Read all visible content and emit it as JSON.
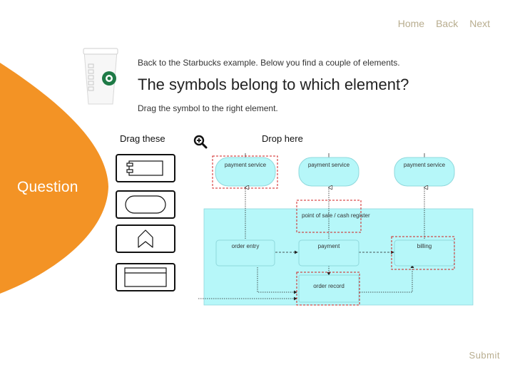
{
  "nav": {
    "home": "Home",
    "back": "Back",
    "next": "Next"
  },
  "sidebar": {
    "question_label": "Question",
    "accent_color": "#f39325"
  },
  "content": {
    "intro": "Back to the Starbucks example. Below you find a couple of elements.",
    "heading": "The symbols belong to which element?",
    "instruction": "Drag the symbol to the right element."
  },
  "drag_panel": {
    "label": "Drag these",
    "symbols": [
      "component-symbol",
      "service-symbol",
      "function-symbol",
      "interface-symbol"
    ]
  },
  "drop_panel": {
    "label": "Drop here",
    "zoom_icon": "zoom-in-icon",
    "diagram": {
      "service_1": "payment service",
      "service_2": "payment service",
      "service_3": "payment service",
      "pos": "point of sale / cash register",
      "order_entry": "order entry",
      "payment": "payment",
      "billing": "billing",
      "order_record": "order record"
    }
  },
  "footer": {
    "submit": "Submit"
  },
  "colors": {
    "nav_text": "#b8ad8f",
    "diagram_fill": "#b6f7f9",
    "drop_zone": "#d02020"
  }
}
